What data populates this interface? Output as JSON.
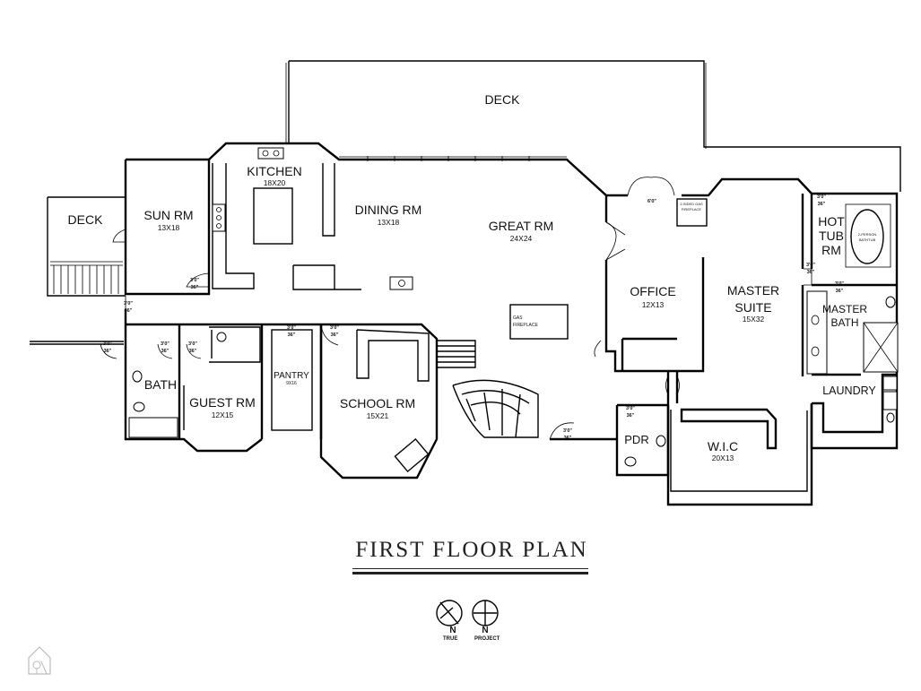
{
  "plan": {
    "title": "FIRST FLOOR PLAN",
    "north_true": "TRUE",
    "north_project": "PROJECT",
    "north_letter": "N"
  },
  "rooms": {
    "deck_top": "DECK",
    "deck_left": "DECK",
    "sun": {
      "name": "SUN RM",
      "dim": "13X18"
    },
    "kitchen": {
      "name": "KITCHEN",
      "dim": "18X20"
    },
    "dining": {
      "name": "DINING RM",
      "dim": "13X18"
    },
    "great": {
      "name": "GREAT RM",
      "dim": "24X24"
    },
    "office": {
      "name": "OFFICE",
      "dim": "12X13"
    },
    "master": {
      "name1": "MASTER",
      "name2": "SUITE",
      "dim": "15X32"
    },
    "hottub": {
      "name1": "HOT",
      "name2": "TUB",
      "name3": "RM"
    },
    "masterbath": {
      "name1": "MASTER",
      "name2": "BATH"
    },
    "laundry": "LAUNDRY",
    "bath": "BATH",
    "guest": {
      "name": "GUEST RM",
      "dim": "12X15"
    },
    "pantry": {
      "name": "PANTRY",
      "dim": "9X16"
    },
    "school": {
      "name": "SCHOOL RM",
      "dim": "15X21"
    },
    "pdr": "PDR",
    "wic": {
      "name": "W.I.C",
      "dim": "20X13"
    }
  },
  "fixtures": {
    "gas_fireplace_1": "GAS",
    "gas_fireplace_2": "FIREPLACE",
    "see_thru_1": "2-SIDED GAS",
    "see_thru_2": "FIREPLACE",
    "tub_1": "2-PERSON",
    "tub_2": "BATHTUB"
  },
  "doors": {
    "d1": "3'0\"",
    "d1b": "36\"",
    "d2": "6'0\""
  }
}
